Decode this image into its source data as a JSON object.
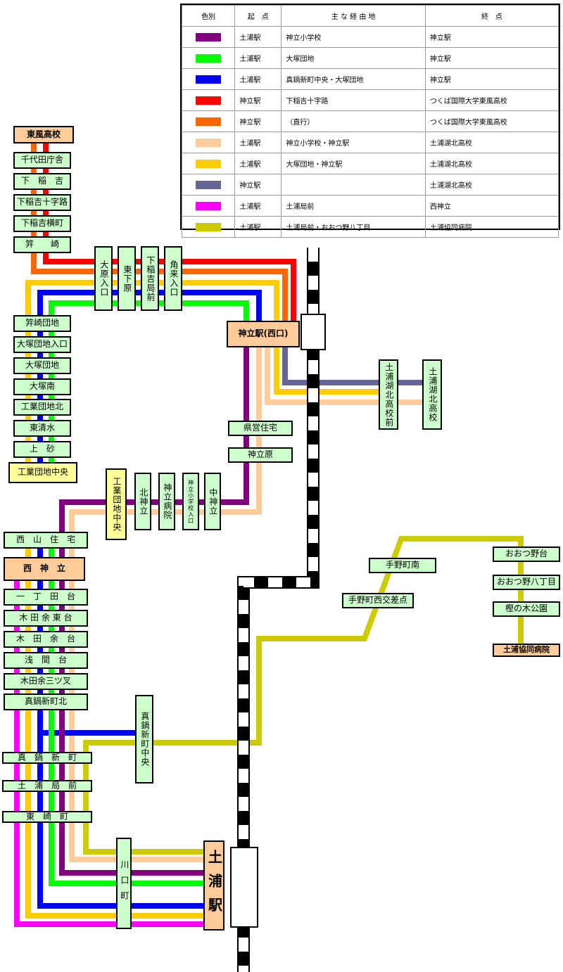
{
  "legend": {
    "headers": [
      "色別",
      "起　点",
      "主 な 経 由 地",
      "終　点"
    ],
    "rows": [
      {
        "color": "#800080",
        "origin": "土浦駅",
        "via": "神立小学校",
        "dest": "神立駅"
      },
      {
        "color": "#00ff00",
        "origin": "土浦駅",
        "via": "大塚団地",
        "dest": "神立駅"
      },
      {
        "color": "#0000ff",
        "origin": "土浦駅",
        "via": "真鍋新町中央・大塚団地",
        "dest": "神立駅"
      },
      {
        "color": "#ff0000",
        "origin": "神立駅",
        "via": "下稲吉十字路",
        "dest": "つくば国際大学東風高校"
      },
      {
        "color": "#ff6600",
        "origin": "神立駅",
        "via": "（直行）",
        "dest": "つくば国際大学東風高校"
      },
      {
        "color": "#ffcc99",
        "origin": "土浦駅",
        "via": "神立小学校・神立駅",
        "dest": "土浦湖北高校"
      },
      {
        "color": "#ffcc00",
        "origin": "土浦駅",
        "via": "大塚団地・神立駅",
        "dest": "土浦湖北高校"
      },
      {
        "color": "#666699",
        "origin": "神立駅",
        "via": "",
        "dest": "土浦湖北高校"
      },
      {
        "color": "#ff00ff",
        "origin": "土浦駅",
        "via": "土浦局前",
        "dest": "西神立"
      },
      {
        "color": "#cccc00",
        "origin": "土浦駅",
        "via": "土浦局前・おおつ野八丁目",
        "dest": "土浦協同病院"
      }
    ]
  },
  "stations": {
    "koufu": "東風高校",
    "chiyoda": "千代田庁舎",
    "shimoinayoshi": "下　稲　吉",
    "jujiro": "下稲吉十字路",
    "yokomachi": "下稲吉横町",
    "kasazaki": "笄　　崎",
    "kasazaki_danchi": "笄崎団地",
    "otsuka_iriguchi": "大塚団地入口",
    "otsuka_danchi": "大塚団地",
    "otsuka_minami": "大塚南",
    "kogyo_hoku": "工業団地北",
    "higashi_shimizu": "東清水",
    "kamisuna": "上　砂",
    "kogyo_chuo": "工業団地中央",
    "nishiyama": "西　山　住　宅",
    "nishi_kandatsu": "西　神　立",
    "itchoda": "一　丁　田　台",
    "kitaamari_higashi": "木 田 余 東 台",
    "kitaamari": "木　田　余　台",
    "sengen": "浅　間　台",
    "mitsumata": "木田余三ツ叉",
    "manabe_hoku": "真鍋新町北",
    "manabe": "真　鍋　新　町",
    "tsuchiura_kyoku": "土　浦　局　前",
    "higashizaki": "東　崎　町",
    "ohara": "大原入口",
    "higashishimohara": "東下原",
    "shimoinayoshi_kyoku": "下稲吉局前",
    "tsunoki": "角来入口",
    "kandatsu_west": "神立駅(西口)",
    "kenei": "県営住宅",
    "kandatsubara": "神立原",
    "kohoku_mae": "土浦湖北高校前",
    "kohoku": "土浦湖北高校",
    "kogyo_chuo_v": "工業団地中央",
    "kita_kandatsu": "北神立",
    "kandatsu_byoin": "神立病院",
    "kandatsu_sho": "神立小学校入口",
    "naka_kandatsu": "中神立",
    "manabe_chuo": "真鍋新町中央",
    "teno_minami": "手野町南",
    "teno_nishi": "手野町西交差点",
    "otsunodai": "おおつ野台",
    "otsuno8": "おおつ野八丁目",
    "kashinoki": "樫の木公園",
    "kyodo": "土浦協同病院",
    "kawaguchi": "川口町",
    "tsuchiura": "土浦駅"
  }
}
